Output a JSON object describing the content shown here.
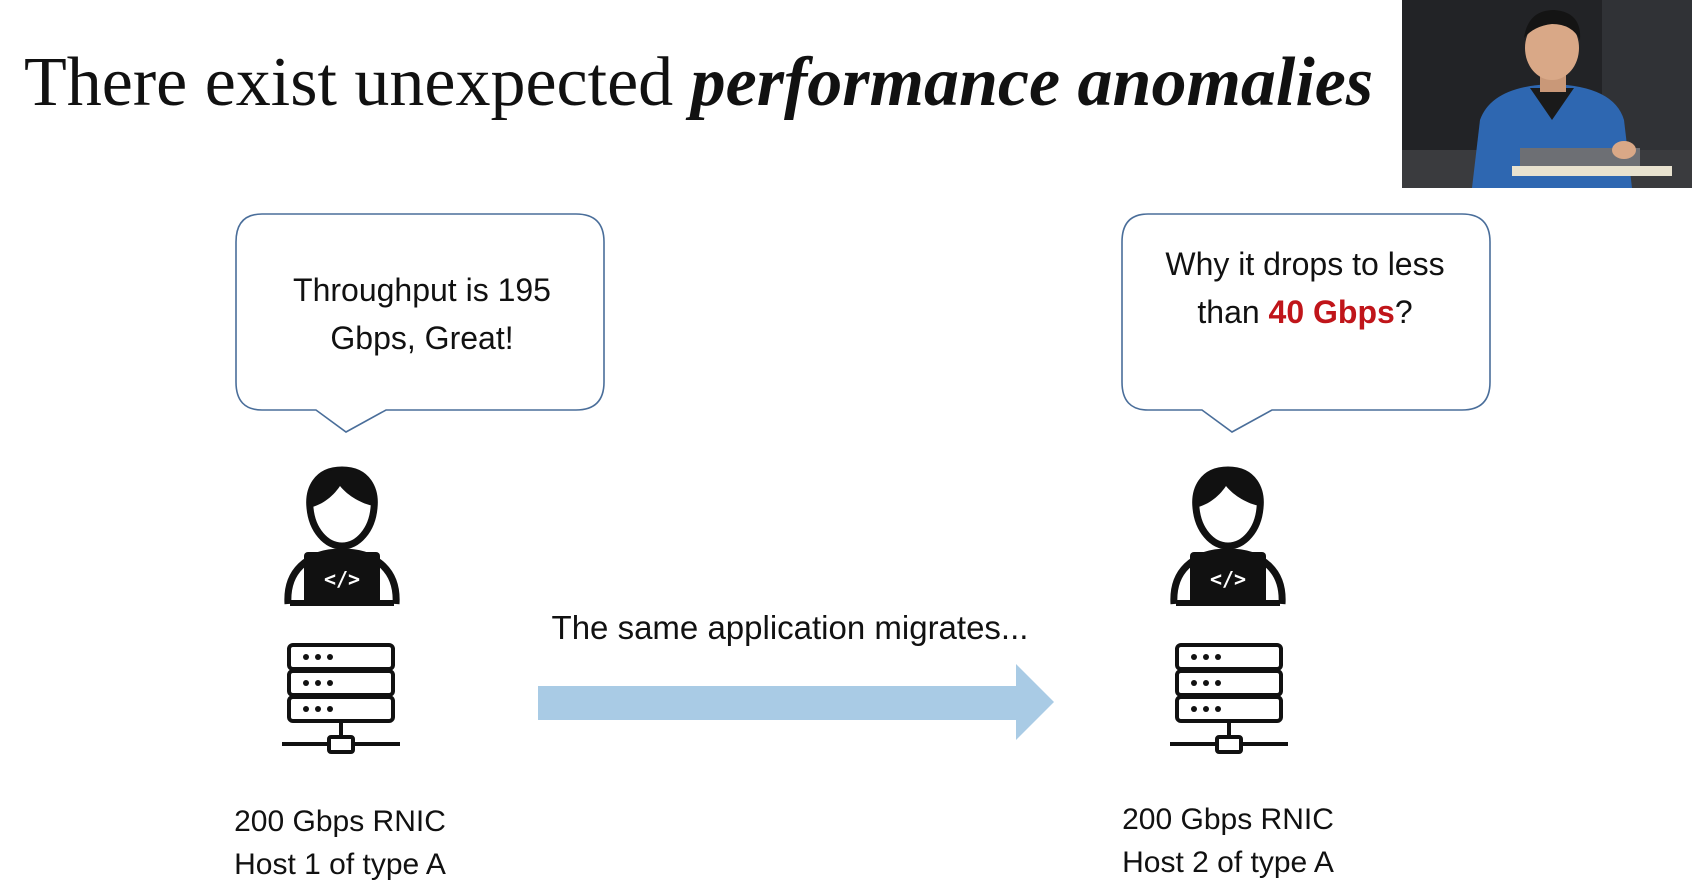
{
  "slide": {
    "title_plain": "There exist unexpected ",
    "title_emphasis": "performance anomalies"
  },
  "left": {
    "bubble_text": "Throughput is 195 Gbps, Great!",
    "label_line1": "200 Gbps RNIC",
    "label_line2": "Host 1 of type A"
  },
  "right": {
    "bubble_line1": "Why it drops to less",
    "bubble_line2_prefix": "than ",
    "bubble_line2_highlight": "40 Gbps",
    "bubble_line2_suffix": "?",
    "label_line1": "200 Gbps RNIC",
    "label_line2": "Host 2 of type A"
  },
  "migration": {
    "text": "The same application migrates..."
  },
  "colors": {
    "highlight": "#c0151a",
    "arrow": "#a9cbe5",
    "bubble_stroke": "#4a6e9a"
  }
}
